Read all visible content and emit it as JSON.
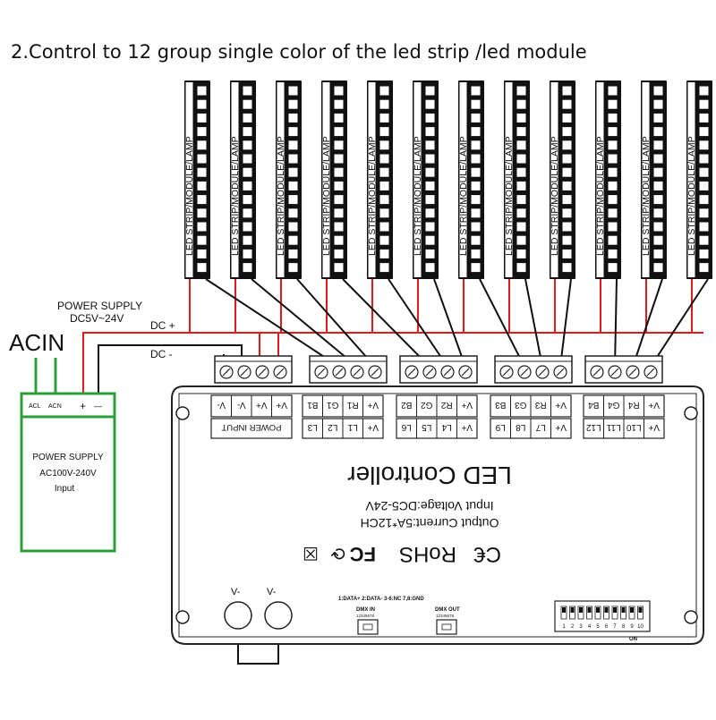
{
  "title": "2.Control to 12 group single color of the led strip /led module",
  "strip_label": "LED STRIP/MODULE/LAMP",
  "labels": {
    "acin": "ACIN",
    "power_supply_top": "POWER SUPPLY",
    "dc_range": "DC5V~24V",
    "dc_plus": "DC +",
    "dc_minus": "DC -"
  },
  "power_supply": {
    "acl": "ACL",
    "acn": "ACN",
    "plus": "+",
    "minus": "—",
    "title": "POWER SUPPLY",
    "voltage": "AC100V-240V",
    "input": "Input"
  },
  "controller": {
    "power_input_label": "POWER INPUT",
    "power_pins": [
      "V+",
      "V+",
      "V-",
      "V-"
    ],
    "groups": [
      {
        "top": [
          "V+",
          "R1",
          "G1",
          "B1"
        ],
        "bottom": [
          "V+",
          "L1",
          "L2",
          "L3"
        ]
      },
      {
        "top": [
          "V+",
          "R2",
          "G2",
          "B2"
        ],
        "bottom": [
          "V+",
          "L4",
          "L5",
          "L6"
        ]
      },
      {
        "top": [
          "V+",
          "R3",
          "G3",
          "B3"
        ],
        "bottom": [
          "V+",
          "L7",
          "L8",
          "L9"
        ]
      },
      {
        "top": [
          "V+",
          "R4",
          "G4",
          "B4"
        ],
        "bottom": [
          "V+",
          "L10",
          "L11",
          "L12"
        ]
      }
    ],
    "certifications": "RoHS",
    "output_current": "Output Current:5A*12CH",
    "input_voltage": "Input Voltage:DC5-24V",
    "name": "LED Controller",
    "dmx_note": "1:DATA+  2:DATA-  3-6:NC  7,8:GND",
    "dmx_in": "DMX IN",
    "dmx_out": "DMX OUT",
    "pin_numbers": "12345678",
    "dip_numbers": [
      "1",
      "2",
      "3",
      "4",
      "5",
      "6",
      "7",
      "8",
      "9",
      "10"
    ],
    "dip_on": "ON",
    "knob_labels": [
      "V-",
      "V-"
    ]
  },
  "colors": {
    "wire_red": "#e01b1b",
    "wire_black": "#111111",
    "box_green": "#2e9e3a",
    "outline": "#222222"
  }
}
